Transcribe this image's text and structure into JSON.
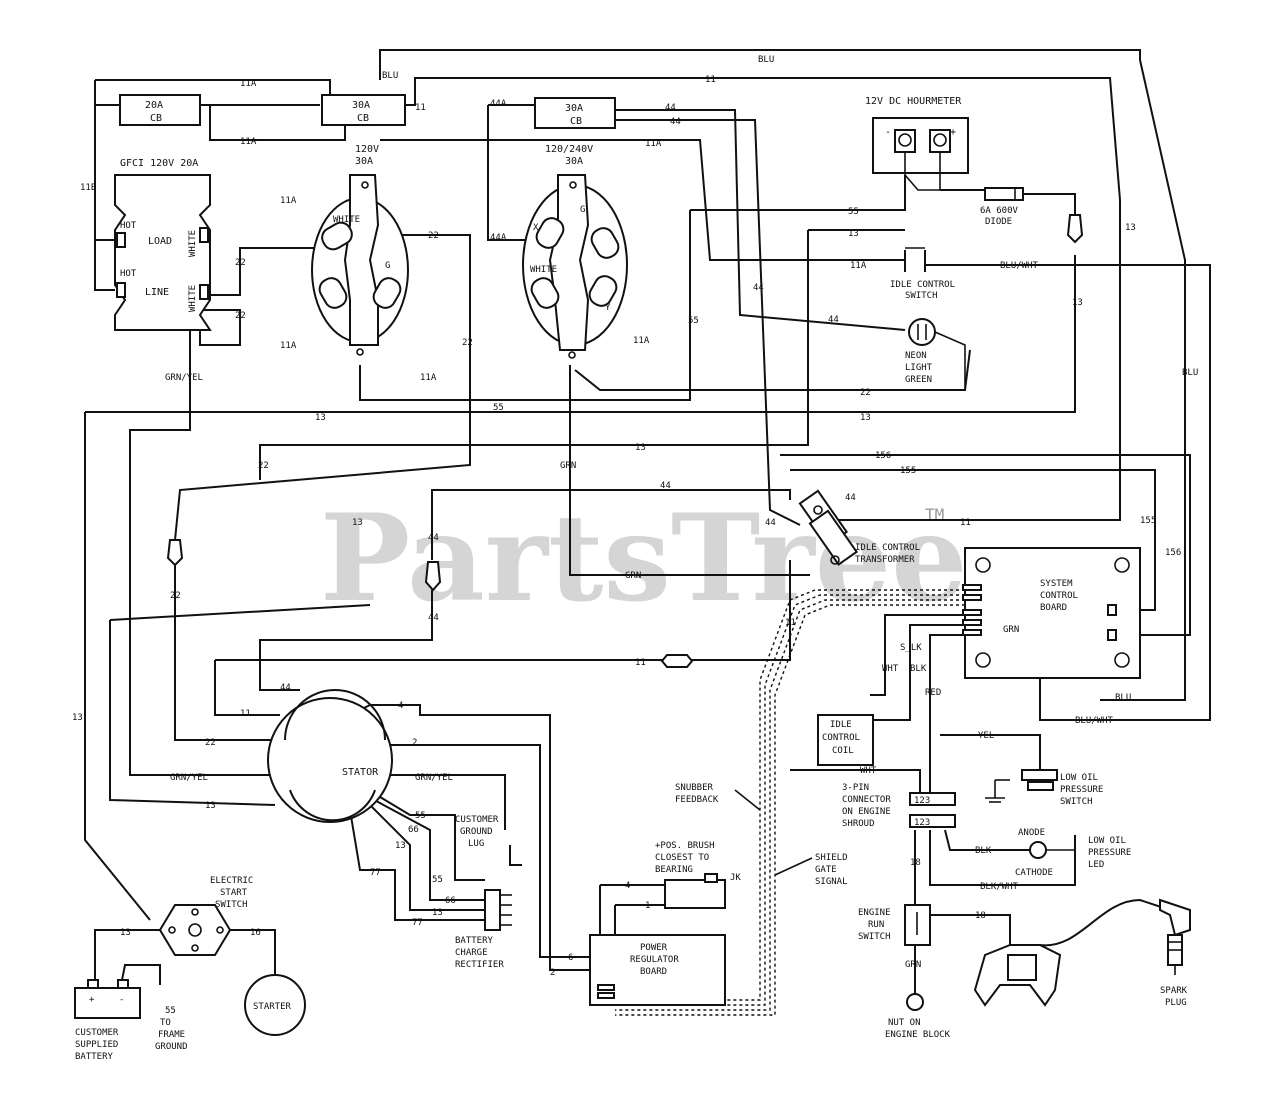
{
  "watermark": "PartsTree",
  "watermark_tm": "TM",
  "components": {
    "cb_20a": {
      "rating": "20A",
      "type": "CB"
    },
    "cb_30a_left": {
      "rating": "30A",
      "type": "CB"
    },
    "cb_30a_right": {
      "rating": "30A",
      "type": "CB"
    },
    "gfci": {
      "title": "GFCI 120V 20A",
      "load": "LOAD",
      "line": "LINE",
      "hot": "HOT",
      "white": "WHITE"
    },
    "receptacle_120": {
      "title": "120V",
      "rating": "30A",
      "white": "WHITE",
      "g": "G"
    },
    "receptacle_240": {
      "title": "120/240V",
      "rating": "30A",
      "white": "WHITE",
      "x": "X",
      "y": "Y",
      "g": "G"
    },
    "hourmeter": {
      "title": "12V DC HOURMETER",
      "minus": "-",
      "plus": "+"
    },
    "diode": {
      "label1": "6A 600V",
      "label2": "DIODE"
    },
    "idle_control_switch": {
      "line1": "IDLE CONTROL",
      "line2": "SWITCH"
    },
    "neon_light": {
      "line1": "NEON",
      "line2": "LIGHT",
      "line3": "GREEN"
    },
    "idle_control_transformer": {
      "line1": "IDLE CONTROL",
      "line2": "TRANSFORMER"
    },
    "system_control_board": {
      "line1": "SYSTEM",
      "line2": "CONTROL",
      "line3": "BOARD"
    },
    "idle_control_coil": {
      "line1": "IDLE",
      "line2": "CONTROL",
      "line3": "COIL"
    },
    "low_oil_pressure_switch": {
      "line1": "LOW OIL",
      "line2": "PRESSURE",
      "line3": "SWITCH"
    },
    "connector": {
      "line1": "3-PIN",
      "line2": "CONNECTOR",
      "line3": "ON ENGINE",
      "line4": "SHROUD",
      "pins": "123"
    },
    "low_oil_led": {
      "anode": "ANODE",
      "cathode": "CATHODE",
      "line1": "LOW OIL",
      "line2": "PRESSURE",
      "line3": "LED"
    },
    "stator": {
      "label": "STATOR"
    },
    "customer_ground_lug": {
      "line1": "CUSTOMER",
      "line2": "GROUND",
      "line3": "LUG"
    },
    "battery_charge_rectifier": {
      "line1": "BATTERY",
      "line2": "CHARGE",
      "line3": "RECTIFIER"
    },
    "snubber": {
      "line1": "SNUBBER",
      "line2": "FEEDBACK"
    },
    "brush_note": {
      "line1": "+POS. BRUSH",
      "line2": "CLOSEST TO",
      "line3": "BEARING"
    },
    "shield_gate": {
      "line1": "SHIELD",
      "line2": "GATE",
      "line3": "SIGNAL"
    },
    "power_regulator_board": {
      "line1": "POWER",
      "line2": "REGULATOR",
      "line3": "BOARD"
    },
    "engine_run_switch": {
      "line1": "ENGINE",
      "line2": "RUN",
      "line3": "SWITCH"
    },
    "spark_plug": {
      "line1": "SPARK",
      "line2": "PLUG"
    },
    "nut_on_engine_block": {
      "line1": "NUT ON",
      "line2": "ENGINE BLOCK"
    },
    "electric_start_switch": {
      "line1": "ELECTRIC",
      "line2": "START",
      "line3": "SWITCH"
    },
    "starter": {
      "label": "STARTER"
    },
    "battery": {
      "line1": "CUSTOMER",
      "line2": "SUPPLIED",
      "line3": "BATTERY",
      "plus": "+",
      "minus": "-"
    },
    "frame_ground": {
      "wire": "55",
      "line1": "TO",
      "line2": "FRAME",
      "line3": "GROUND"
    }
  },
  "wire_labels": {
    "blu": "BLU",
    "w11": "11",
    "w11a": "11A",
    "w11b": "11B",
    "w13": "13",
    "w16": "16",
    "w22": "22",
    "w44": "44",
    "w44a": "44A",
    "w55": "55",
    "w66": "66",
    "w77": "77",
    "w4": "4",
    "w6": "6",
    "w2": "2",
    "w1": "1",
    "w18": "18",
    "w155": "155",
    "w156": "156",
    "grn": "GRN",
    "grn_yel": "GRN/YEL",
    "blu_wht": "BLU/WHT",
    "wht": "WHT",
    "blk": "BLK",
    "red": "RED",
    "yel": "YEL",
    "blk_wht": "BLK/WHT",
    "s_lk": "S_LK",
    "jk": "JK"
  }
}
